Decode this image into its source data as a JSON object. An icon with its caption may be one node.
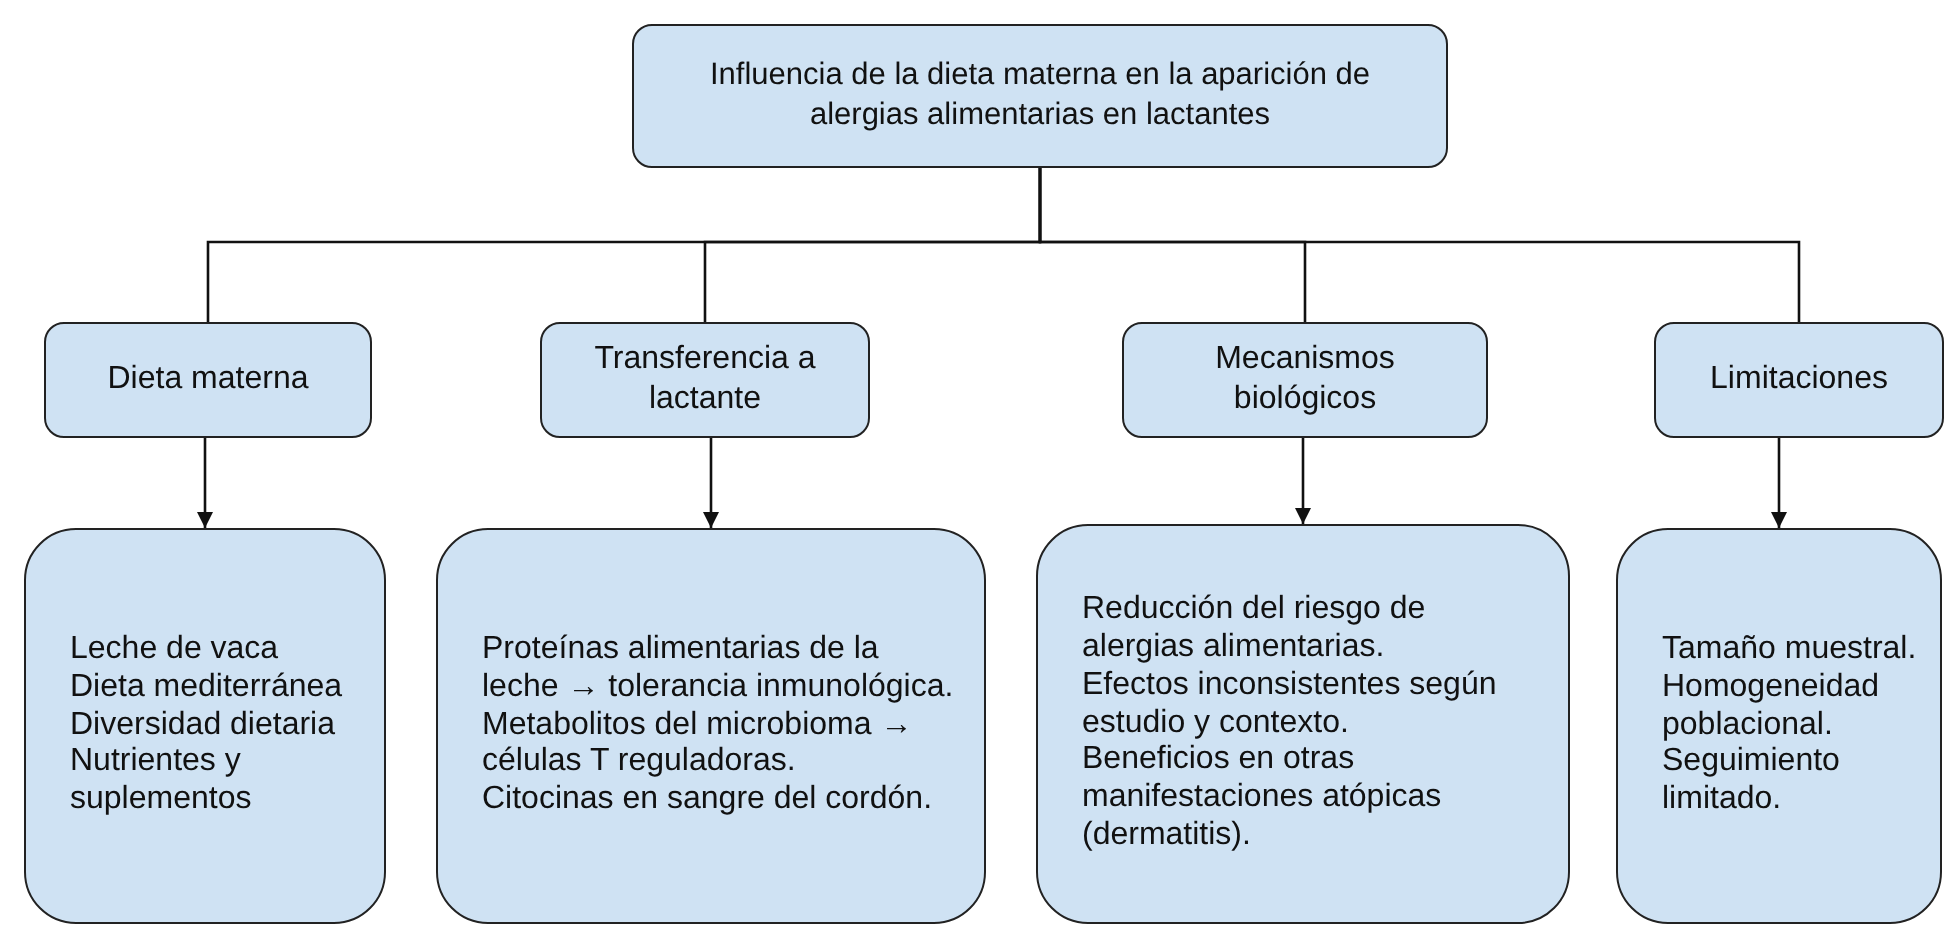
{
  "diagram": {
    "nodes": [
      {
        "text": [
          "Influencia de la dieta materna en la aparición de alergias alimentarias en lactantes"
        ]
      },
      {
        "text": [
          "Dieta materna"
        ]
      },
      {
        "text": [
          "Transferencia a lactante"
        ]
      },
      {
        "text": [
          "Mecanismos biológicos"
        ]
      },
      {
        "text": [
          "Limitaciones"
        ]
      },
      {
        "text": [
          "Leche de vaca",
          "Dieta mediterránea",
          "Diversidad dietaria",
          "Nutrientes y suplementos"
        ]
      },
      {
        "text": [
          "Proteínas alimentarias de la leche → tolerancia inmunológica.",
          "Metabolitos del microbioma → células T reguladoras.",
          "Citocinas en sangre del cordón."
        ]
      },
      {
        "text": [
          "Reducción del riesgo de alergias alimentarias.",
          "Efectos inconsistentes según estudio y contexto.",
          "Beneficios en otras manifestaciones atópicas (dermatitis)."
        ]
      },
      {
        "text": [
          "Tamaño muestral.",
          "Homogeneidad poblacional.",
          "Seguimiento limitado."
        ]
      }
    ],
    "edges": [
      {
        "from": 0,
        "to": 1,
        "arrow": "none"
      },
      {
        "from": 0,
        "to": 2,
        "arrow": "none"
      },
      {
        "from": 0,
        "to": 3,
        "arrow": "none"
      },
      {
        "from": 0,
        "to": 4,
        "arrow": "none"
      },
      {
        "from": 1,
        "to": 5,
        "arrow": "to"
      },
      {
        "from": 2,
        "to": 6,
        "arrow": "to"
      },
      {
        "from": 3,
        "to": 7,
        "arrow": "to"
      },
      {
        "from": 4,
        "to": 8,
        "arrow": "to"
      }
    ]
  }
}
